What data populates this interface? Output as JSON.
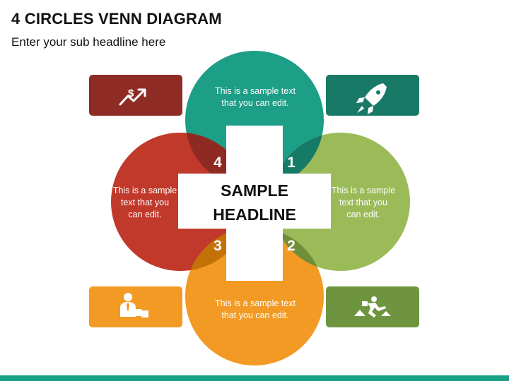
{
  "header": {
    "title": "4 CIRCLES VENN DIAGRAM",
    "subtitle": "Enter your sub headline here"
  },
  "center": {
    "line1": "SAMPLE",
    "line2": "HEADLINE"
  },
  "circles": {
    "top": {
      "line1": "This is a sample text",
      "line2": "that you can edit.",
      "color": "#1d9e86"
    },
    "right": {
      "line1": "This is a sample",
      "line2": "text that you",
      "line3": "can edit.",
      "color": "#9bbb59"
    },
    "bottom": {
      "line1": "This is a sample text",
      "line2": "that you can edit.",
      "color": "#f29a23"
    },
    "left": {
      "line1": "This is a sample",
      "line2": "text that you",
      "line3": "can edit.",
      "color": "#c0392b"
    }
  },
  "overlaps": {
    "one": {
      "label": "1",
      "color": "#157a66"
    },
    "two": {
      "label": "2",
      "color": "#6e8e3a"
    },
    "three": {
      "label": "3",
      "color": "#c47208"
    },
    "four": {
      "label": "4",
      "color": "#8e2a22"
    }
  },
  "icon_boxes": {
    "top_left": {
      "icon": "money-growth-icon",
      "color": "#8f2b25"
    },
    "top_right": {
      "icon": "rocket-icon",
      "color": "#187a66"
    },
    "bottom_left": {
      "icon": "person-puzzle-icon",
      "color": "#f29a23"
    },
    "bottom_right": {
      "icon": "jumping-runner-icon",
      "color": "#6f9440"
    }
  }
}
